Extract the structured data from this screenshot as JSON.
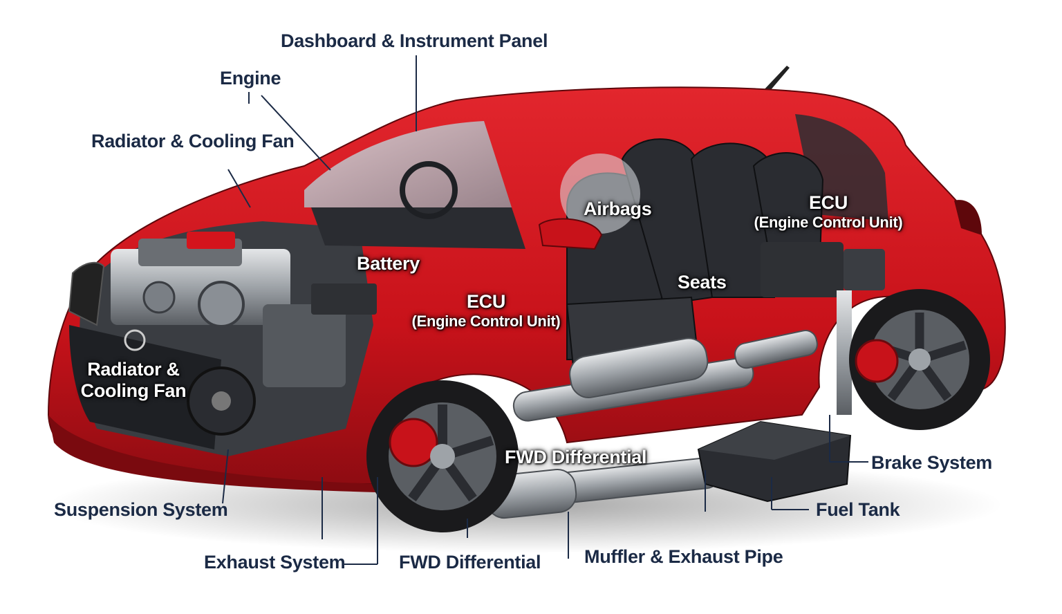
{
  "labels": {
    "dashboard": "Dashboard & Instrument Panel",
    "engine": "Engine",
    "radiator_top": "Radiator & Cooling Fan",
    "radiator_front_1": "Radiator &",
    "radiator_front_2": "Cooling Fan",
    "battery": "Battery",
    "ecu_front": "ECU",
    "ecu_front_sub": "(Engine Control Unit)",
    "airbags": "Airbags",
    "ecu_rear": "ECU",
    "ecu_rear_sub": "(Engine Control Unit)",
    "seats": "Seats",
    "fwd_differential_mid": "FWD Differential",
    "brake_system": "Brake System",
    "fuel_tank": "Fuel Tank",
    "suspension_system": "Suspension System",
    "exhaust_system": "Exhaust System",
    "fwd_differential_bottom": "FWD Differential",
    "muffler_exhaust": "Muffler & Exhaust Pipe"
  },
  "colors": {
    "body_red": "#d4141c",
    "body_dark_red": "#8e0c12",
    "label_dark": "#1b2a45",
    "label_light": "#ffffff",
    "metal": "#9ea3a8",
    "seat": "#2a2c31",
    "tire": "#1a1a1c"
  }
}
